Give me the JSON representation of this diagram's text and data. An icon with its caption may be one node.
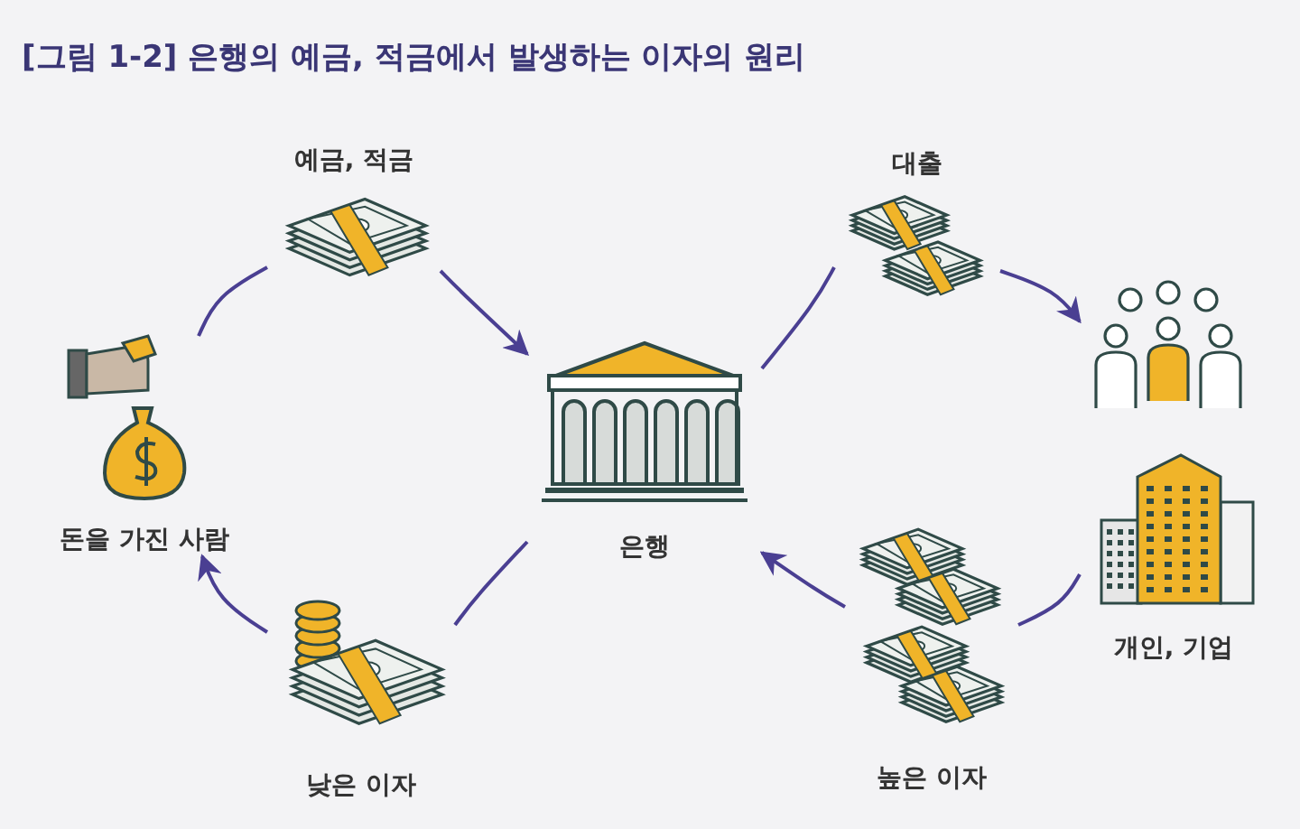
{
  "diagram": {
    "title": "[그림 1-2] 은행의 예금, 적금에서 발생하는 이자의 원리",
    "nodes": [
      {
        "text": [
          "돈을 가진 사람"
        ]
      },
      {
        "text": [
          "예금, 적금"
        ]
      },
      {
        "text": [
          "은행"
        ]
      },
      {
        "text": [
          "대출"
        ]
      },
      {
        "text": [
          "개인, 기업"
        ]
      },
      {
        "text": [
          "높은 이자"
        ]
      },
      {
        "text": [
          "낮은 이자"
        ]
      }
    ],
    "edges": [
      {
        "from": 0,
        "to": 1,
        "arrow": "none"
      },
      {
        "from": 1,
        "to": 2,
        "arrow": "to"
      },
      {
        "from": 2,
        "to": 3,
        "arrow": "none"
      },
      {
        "from": 3,
        "to": 4,
        "arrow": "to"
      },
      {
        "from": 4,
        "to": 5,
        "arrow": "none"
      },
      {
        "from": 5,
        "to": 2,
        "arrow": "to"
      },
      {
        "from": 2,
        "to": 6,
        "arrow": "none"
      },
      {
        "from": 6,
        "to": 0,
        "arrow": "to"
      }
    ]
  }
}
